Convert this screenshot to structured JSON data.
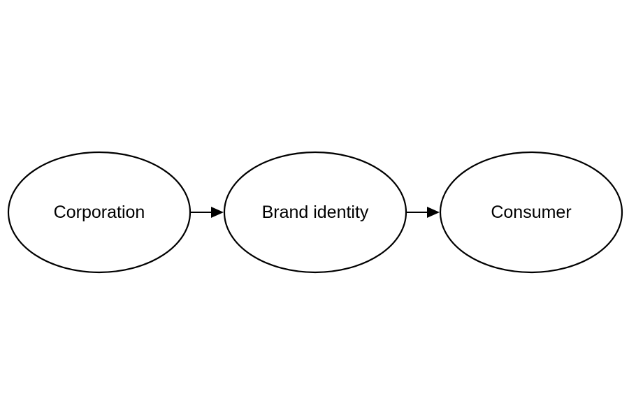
{
  "diagram": {
    "nodes": [
      {
        "id": "corporation",
        "label": "Corporation"
      },
      {
        "id": "brand-identity",
        "label": "Brand identity"
      },
      {
        "id": "consumer",
        "label": "Consumer"
      }
    ],
    "edges": [
      {
        "from": "corporation",
        "to": "brand-identity"
      },
      {
        "from": "brand-identity",
        "to": "consumer"
      }
    ],
    "colors": {
      "background": "#ffffff",
      "stroke": "#000000",
      "text": "#000000"
    }
  }
}
